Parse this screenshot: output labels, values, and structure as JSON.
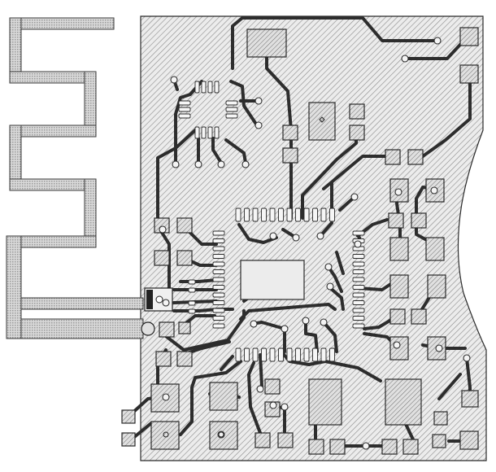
{
  "view": {
    "kind": "pcb-layout",
    "colors": {
      "background": "#ffffff",
      "board_fill": "#e8e8e8",
      "hatch": "#7a7a7a",
      "outline": "#2a2a2a",
      "trace": "#3a3a3a",
      "pad_fill": "#f2f2f2",
      "antenna_fill": "#cfcfcf"
    },
    "layers": [
      "board-outline",
      "copper-pour",
      "antenna",
      "traces",
      "pads",
      "components",
      "vias"
    ]
  }
}
